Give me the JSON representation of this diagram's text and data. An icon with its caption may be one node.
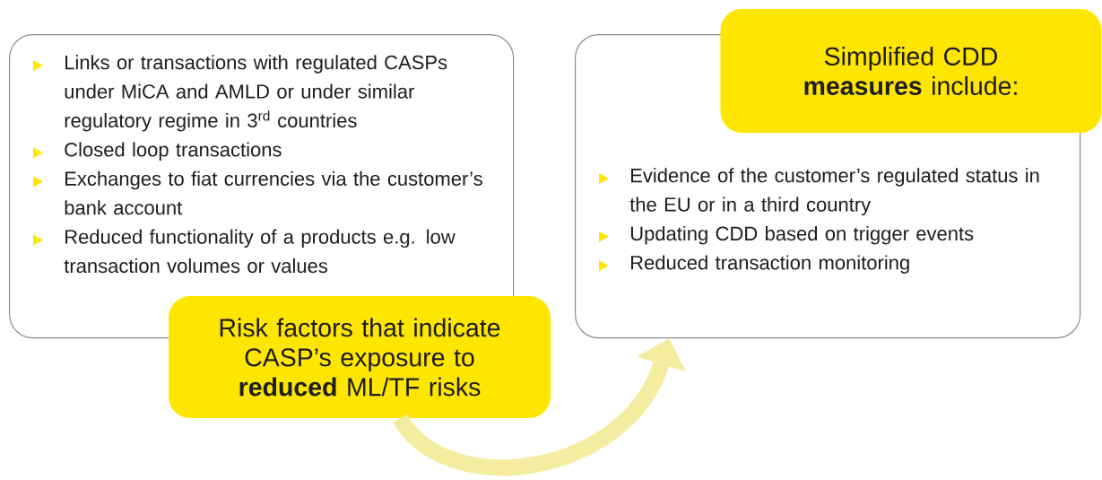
{
  "diagram": {
    "nodes": [
      {
        "text": [
          "Links or transactions with regulated CASPs under MiCA and AMLD or under similar regulatory regime in 3$^{rd}$ countries",
          "Closed loop transactions",
          "Exchanges to fiat currencies via the customer’s bank account",
          "Reduced functionality of a products e.g. low transaction volumes or values"
        ]
      },
      {
        "text": [
          "Risk factors that indicate CASP’s exposure to **reduced** ML/TF risks"
        ]
      },
      {
        "text": [
          "Evidence of the customer’s regulated status in the EU or in a third country",
          "Updating CDD based on trigger events",
          "Reduced transaction monitoring"
        ]
      },
      {
        "text": [
          "Simplified CDD **measures** include:"
        ]
      }
    ],
    "edges": [
      {
        "from": 1,
        "to": 2,
        "arrow": "to"
      }
    ]
  }
}
